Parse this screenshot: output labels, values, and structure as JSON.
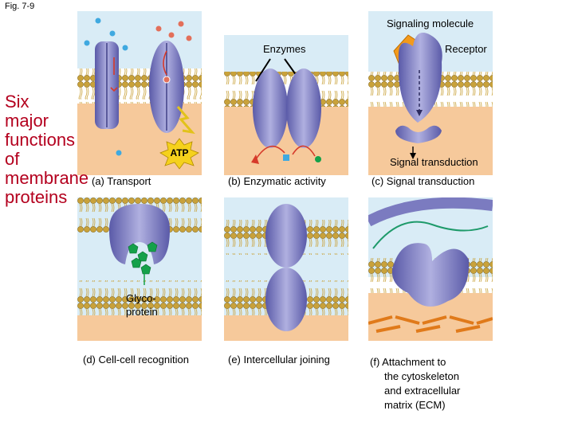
{
  "figure_label": "Fig. 7-9",
  "title_lines": [
    "Six",
    "major",
    "functions",
    "of",
    "membrane",
    "proteins"
  ],
  "panels": {
    "a": {
      "caption": "(a) Transport",
      "atp": "ATP"
    },
    "b": {
      "caption": "(b) Enzymatic activity",
      "label": "Enzymes"
    },
    "c": {
      "caption": "(c) Signal transduction",
      "signal_label": "Signaling molecule",
      "receptor_label": "Receptor",
      "inner_label": "Signal transduction"
    },
    "d": {
      "caption": "(d) Cell-cell recognition",
      "glyco_line1": "Glyco-",
      "glyco_line2": "protein"
    },
    "e": {
      "caption": "(e) Intercellular joining"
    },
    "f": {
      "caption_lines": [
        "(f) Attachment to",
        "the cytoskeleton",
        "and extracellular",
        "matrix (ECM)"
      ]
    }
  },
  "colors": {
    "membrane_head": "#c9a23a",
    "cytoplasm": "#f6c99b",
    "outside": "#d9ecf6",
    "protein": "#7676ba",
    "arrow": "#d63a2a",
    "glyco": "#14a14a",
    "title": "#b4001e"
  }
}
